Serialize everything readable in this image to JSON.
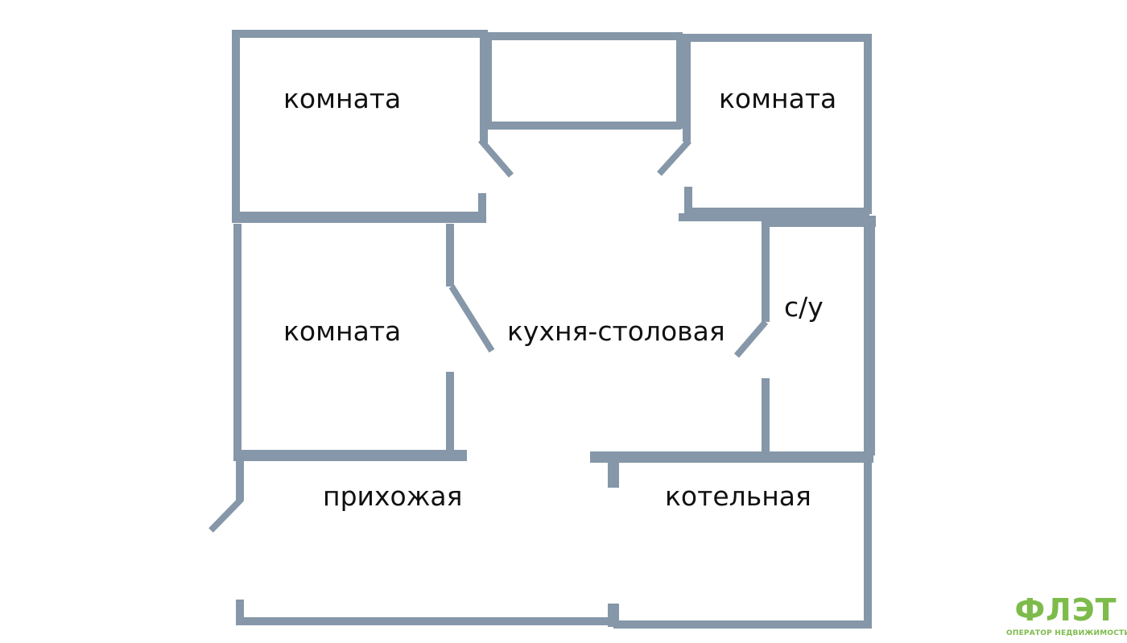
{
  "plan": {
    "rooms": {
      "room_top_left": "комната",
      "room_top_right": "комната",
      "room_middle_left": "комната",
      "kitchen_dining": "кухня-столовая",
      "bathroom": "с/у",
      "hallway": "прихожая",
      "boiler_room": "котельная"
    }
  },
  "logo": {
    "mark": "ФЛЭТ",
    "tagline": "ОПЕРАТОР НЕДВИЖИМОСТИ",
    "color": "#7dbb4a"
  },
  "colors": {
    "wall": "#8597a8",
    "text": "#111111"
  }
}
